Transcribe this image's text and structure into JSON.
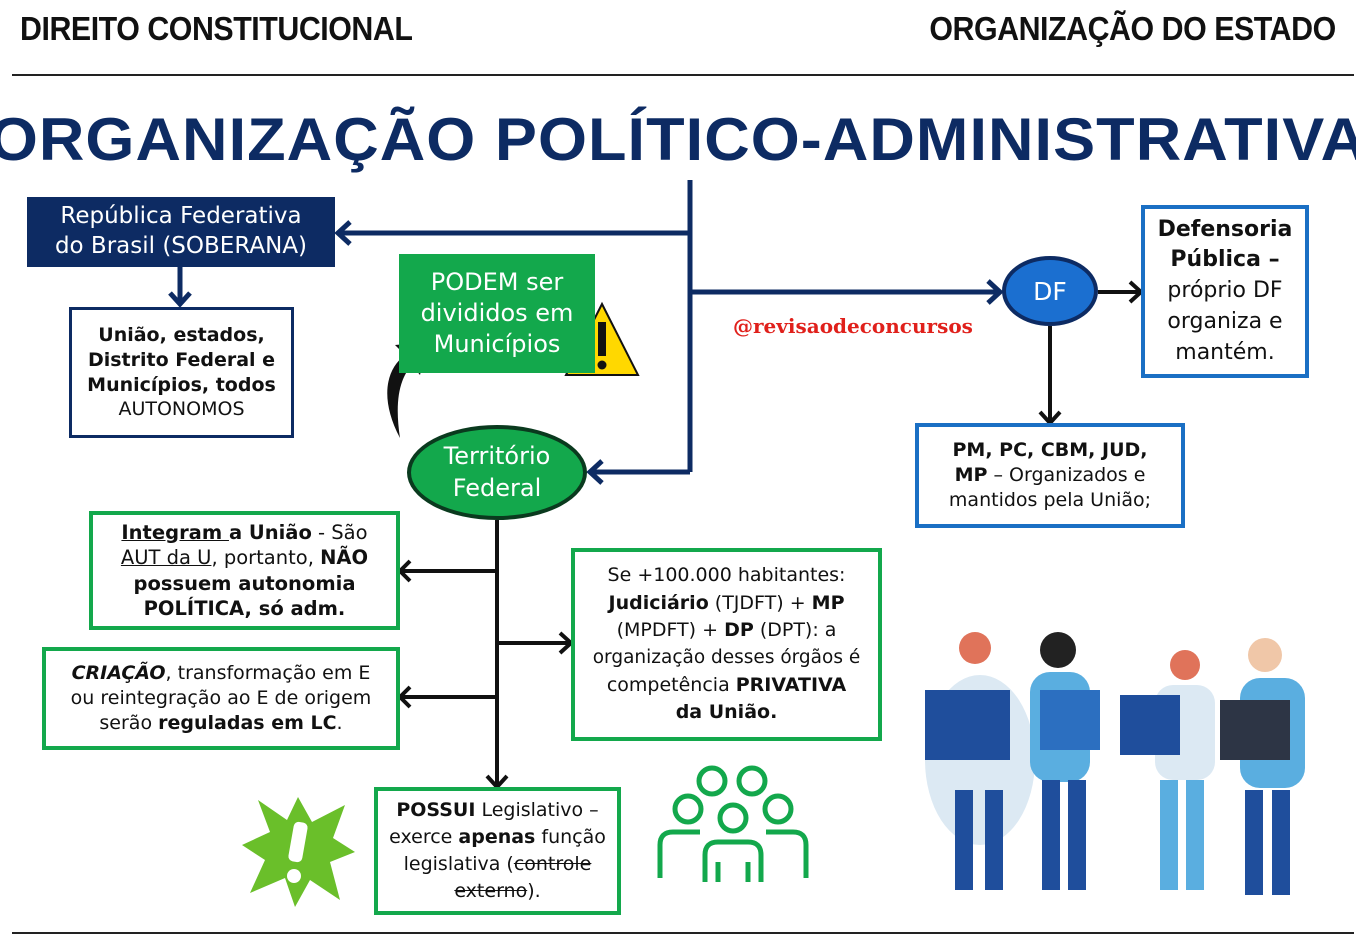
{
  "header": {
    "left": "DIREITO CONSTITUCIONAL",
    "right": "ORGANIZAÇÃO DO ESTADO"
  },
  "title": "ORGANIZAÇÃO POLÍTICO-ADMINISTRATIVA",
  "republica": [
    "República Federativa",
    "do Brasil (SOBERANA)"
  ],
  "uniao": [
    "União, estados,",
    "Distrito Federal e",
    "Municípios, todos",
    "AUTONOMOS"
  ],
  "podem": [
    "PODEM ser",
    "divididos em",
    "Municípios"
  ],
  "territorio": [
    "Território",
    "Federal"
  ],
  "df": "DF",
  "watermark": "@revisaodeconcursos",
  "defensoria": [
    "Defensoria",
    "Pública –",
    "próprio DF",
    "organiza e",
    "mantém."
  ],
  "pm": {
    "bold1": "PM, PC, CBM, JUD,",
    "bold2": "MP",
    "rest2": " – Organizados e",
    "line3": "mantidos pela União;"
  },
  "integram": {
    "a": "Integram ",
    "b": "a União",
    "c": " - São",
    "d": "AUT da U",
    "e": ", portanto, ",
    "f": "NÃO",
    "g": "possuem autonomia",
    "h": "POLÍTICA, só adm."
  },
  "criacao": {
    "a": "CRIAÇÃO",
    "b": ", transformação em E",
    "c": "ou reintegração ao E de origem",
    "d": "serão ",
    "e": "reguladas em LC",
    "f": "."
  },
  "se": {
    "l1": "Se +100.000 habitantes:",
    "a": "Judiciário",
    "b": " (TJDFT) + ",
    "c": "MP",
    "d": "(MPDFT) + ",
    "e": "DP",
    "f": " (DPT): a",
    "l4": "organização desses órgãos é",
    "g": "competência ",
    "h": "PRIVATIVA",
    "i": "da União."
  },
  "possui": {
    "a": "POSSUI",
    "b": " Legislativo –",
    "c": "exerce ",
    "d": "apenas",
    "e": " função",
    "f": "legislativa (",
    "g": "controle",
    "h": "externo",
    "i": ")."
  },
  "colors": {
    "navy": "#0d2b63",
    "green": "#13a84c",
    "blue": "#1a6fc4",
    "red": "#e0201b"
  }
}
